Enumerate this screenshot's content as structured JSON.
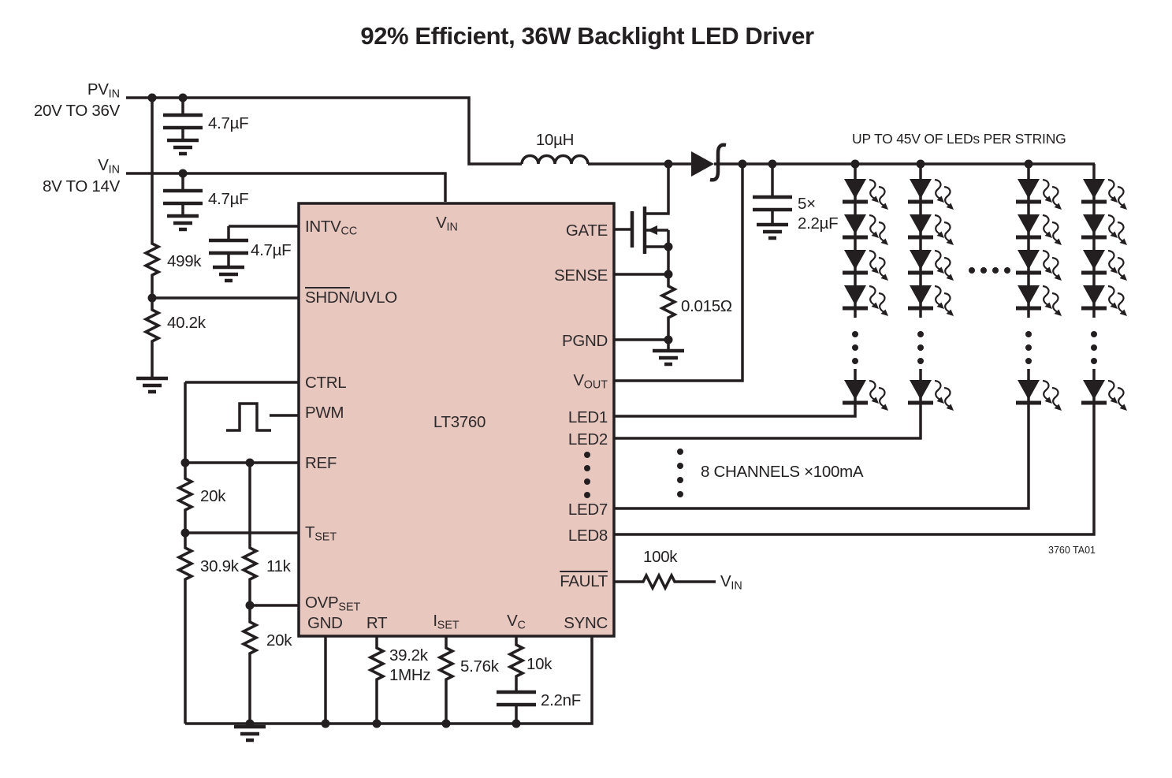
{
  "title": "92% Efficient, 36W Backlight LED Driver",
  "inputs": {
    "pvin": {
      "name": "PV",
      "sub": "IN",
      "range": "20V TO 36V"
    },
    "vin": {
      "name": "V",
      "sub": "IN",
      "range": "8V TO 14V"
    }
  },
  "ic": {
    "part": "LT3760",
    "pins": {
      "intvcc": {
        "name": "INTV",
        "sub": "CC"
      },
      "shdn": {
        "over": "SHDN",
        "rest": "/UVLO"
      },
      "ctrl": "CTRL",
      "pwm": "PWM",
      "ref": "REF",
      "tset": {
        "name": "T",
        "sub": "SET"
      },
      "ovpset": {
        "name": "OVP",
        "sub": "SET"
      },
      "gnd": "GND",
      "rt": "RT",
      "iset": {
        "name": "I",
        "sub": "SET"
      },
      "vc": {
        "name": "V",
        "sub": "C"
      },
      "sync": "SYNC",
      "vin": {
        "name": "V",
        "sub": "IN"
      },
      "gate": "GATE",
      "sense": "SENSE",
      "pgnd": "PGND",
      "vout": {
        "name": "V",
        "sub": "OUT"
      },
      "led1": "LED1",
      "led2": "LED2",
      "led7": "LED7",
      "led8": "LED8",
      "fault": {
        "over": "FAULT"
      }
    }
  },
  "components": {
    "cap_pvin": "4.7µF",
    "cap_vin": "4.7µF",
    "cap_intvcc": "4.7µF",
    "r_uvlo_top": "499k",
    "r_uvlo_bottom": "40.2k",
    "inductor": "10µH",
    "r_sense": "0.015Ω",
    "cap_out_qty": "5×",
    "cap_out_val": "2.2µF",
    "r_ref_top": "20k",
    "r_ref_bottom": "30.9k",
    "r_ovp_top": "11k",
    "r_ovp_bottom": "20k",
    "r_rt_val": "39.2k",
    "r_rt_freq": "1MHz",
    "r_iset": "5.76k",
    "r_vc": "10k",
    "c_vc": "2.2nF",
    "r_fault": "100k",
    "fault_pullup": {
      "name": "V",
      "sub": "IN"
    }
  },
  "annotations": {
    "string_note": "UP TO 45V OF LEDs PER STRING",
    "channel_note": "8 CHANNELS ×100mA",
    "doc_ref": "3760 TA01"
  }
}
